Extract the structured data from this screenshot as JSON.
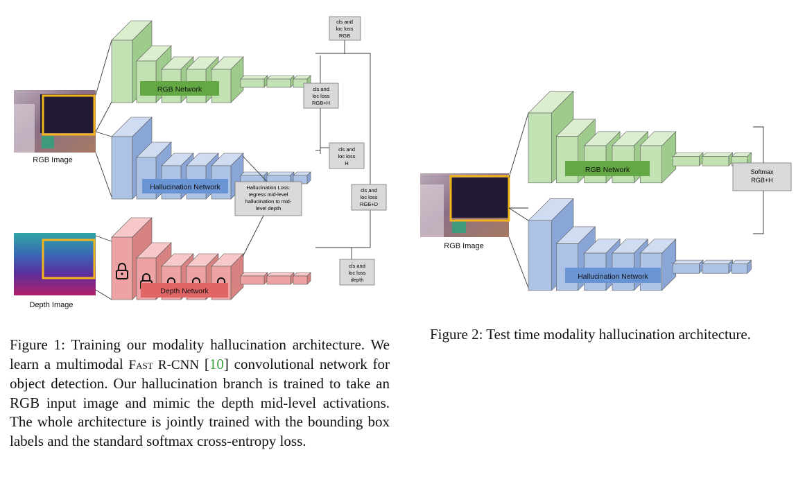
{
  "figure1": {
    "rgb_image_label": "RGB Image",
    "depth_image_label": "Depth Image",
    "rgb_network_label": "RGB Network",
    "hallucination_network_label": "Hallucination Network",
    "depth_network_label": "Depth Network",
    "loss_boxes": {
      "rgb": [
        "cls and",
        "loc loss",
        "RGB"
      ],
      "rgb_h": [
        "cls and",
        "loc loss",
        "RGB+H"
      ],
      "h": [
        "cls and",
        "loc loss",
        "H"
      ],
      "rgb_d": [
        "cls and",
        "loc loss",
        "RGB+D"
      ],
      "depth": [
        "cls and",
        "loc loss",
        "depth"
      ]
    },
    "hallucination_loss": [
      "Hallucination Loss:",
      "regress mid-level",
      "hallucination to mid-",
      "level depth"
    ],
    "lock_icon": "lock-icon"
  },
  "figure2": {
    "rgb_image_label": "RGB Image",
    "rgb_network_label": "RGB Network",
    "hallucination_network_label": "Hallucination Network",
    "softmax_box": [
      "Softmax",
      "RGB+H"
    ]
  },
  "captions": {
    "fig1_part1": "Figure 1: Training our modality hallucination architecture. We learn a multimodal ",
    "fig1_method": "Fast R-CNN",
    "fig1_cite_open": " [",
    "fig1_cite": "10",
    "fig1_part2": "] convolutional network for object detection.  Our hallucination branch is trained to take an RGB input image and mimic the depth mid-level activations.  The whole architecture is jointly trained with the bounding box labels and the standard softmax cross-entropy loss.",
    "fig2": "Figure 2: Test time modality hallucination architecture."
  },
  "colors": {
    "green_face": "#c3e2b3",
    "green_top": "#dbefd0",
    "green_side": "#9fcc8c",
    "green_label": "#63a845",
    "blue_face": "#adc3e6",
    "blue_top": "#cfdcf2",
    "blue_side": "#8aa6d6",
    "blue_label": "#6a95d4",
    "red_face": "#eda3a3",
    "red_top": "#f6c8c8",
    "red_side": "#d98282",
    "red_label": "#e06666",
    "loss_box": "#d9d9d9",
    "highlight_box": "#f2b51d",
    "citation": "#3aa33a"
  }
}
